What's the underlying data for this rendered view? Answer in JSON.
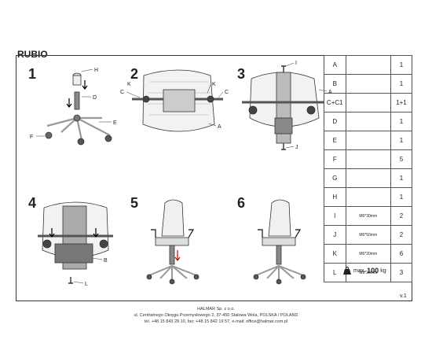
{
  "doc_title": "RUBIO",
  "steps": [
    "1",
    "2",
    "3",
    "4",
    "5",
    "6"
  ],
  "callouts": {
    "s1": [
      "H",
      "D",
      "E",
      "F"
    ],
    "s2": [
      "C",
      "K",
      "K",
      "C",
      "A"
    ],
    "s3": [
      "I",
      "A",
      "J"
    ],
    "s4": [
      "B",
      "L"
    ]
  },
  "parts": [
    {
      "letter": "A",
      "qty": "1",
      "spec": ""
    },
    {
      "letter": "B",
      "qty": "1",
      "spec": ""
    },
    {
      "letter": "C+C1",
      "qty": "1+1",
      "spec": ""
    },
    {
      "letter": "D",
      "qty": "1",
      "spec": ""
    },
    {
      "letter": "E",
      "qty": "1",
      "spec": ""
    },
    {
      "letter": "F",
      "qty": "5",
      "spec": ""
    },
    {
      "letter": "G",
      "qty": "1",
      "spec": ""
    },
    {
      "letter": "H",
      "qty": "1",
      "spec": ""
    },
    {
      "letter": "I",
      "qty": "2",
      "spec": "M6*30mm"
    },
    {
      "letter": "J",
      "qty": "2",
      "spec": "M6*50mm"
    },
    {
      "letter": "K",
      "qty": "6",
      "spec": "M6*20mm"
    },
    {
      "letter": "L",
      "qty": "3",
      "spec": "M8*20mm"
    }
  ],
  "max_load": {
    "prefix": "max.",
    "value": "100",
    "unit": "kg"
  },
  "version": "v.1",
  "footer": {
    "line1": "HALMAR Sp. z o.o.",
    "line2": "ul. Centralnego Okręgu Przemysłowego 2, 37-450 Stalowa Wola, POLSKA / POLAND",
    "line3": "tel. +48 15 843 28 10, fax: +48 15 842 19 57, e-mail: office@halmar.com.pl"
  },
  "icons": [
    "chair-base-icon",
    "caster-icon",
    "gas-lift-icon",
    "backrest-icon",
    "seat-plate-icon",
    "screw-icon",
    "weight-icon"
  ]
}
